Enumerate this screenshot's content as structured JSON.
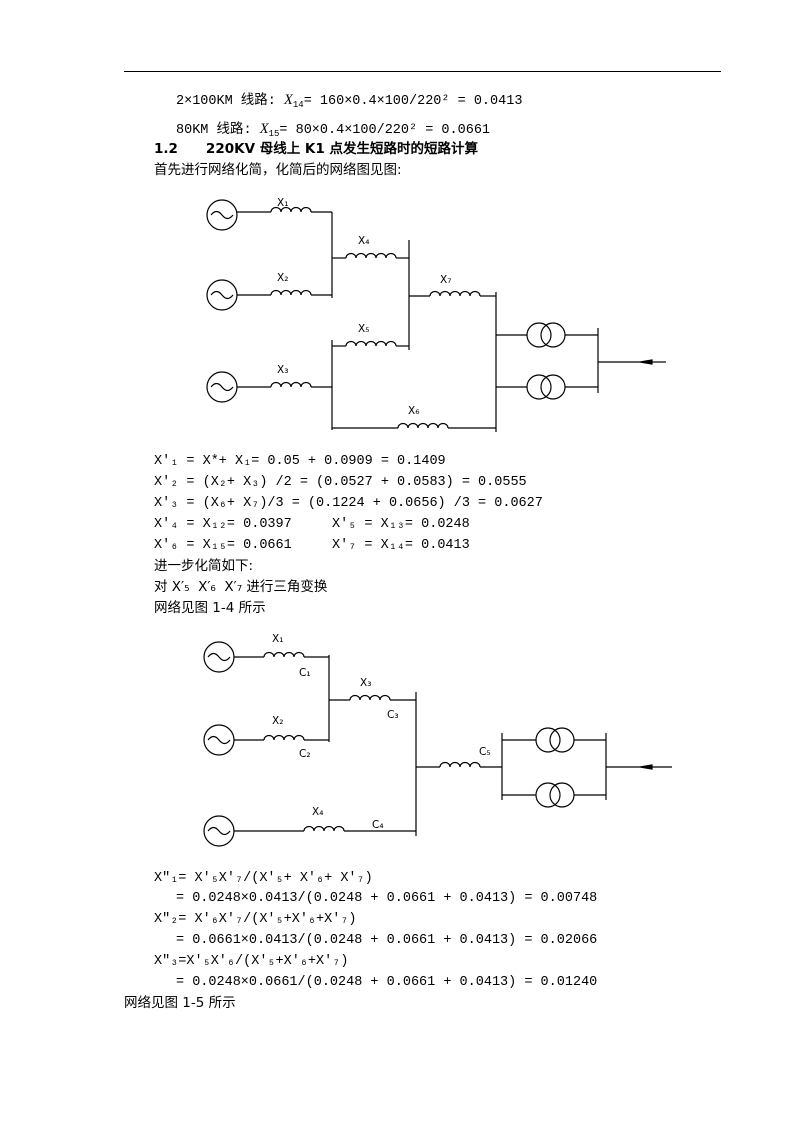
{
  "lines": {
    "l1": "2×100KM 线路: ",
    "l1_var": "X",
    "l1_sub": "14",
    "l1_expr": "= 160×0.4×100/220² = 0.0413",
    "l2": "80KM 线路: ",
    "l2_var": "X",
    "l2_sub": "15",
    "l2_expr": "= 80×0.4×100/220² = 0.0661",
    "sec_num": "1.2",
    "sec_title": "220KV 母线上 K1 点发生短路时的短路计算",
    "intro1": "首先进行网络化简，化简后的网络图见图:",
    "next1": "进一步化简如下:",
    "next2": "对 X′₅  X′₆  X′₇ 进行三角变换",
    "next3": "网络见图 1-4 所示",
    "last": "网络见图 1-5 所示"
  },
  "eq1": {
    "r1": "X′₁ = X*+ X₁= 0.05 + 0.0909 = 0.1409",
    "r2": "X′₂ = (X₂+ X₃) /2 = (0.0527 + 0.0583) = 0.0555",
    "r3": "X′₃ = (X₆+ X₇)/3 = (0.1224 + 0.0656) /3 = 0.0627",
    "r4a": "X′₄ = X₁₂= 0.0397",
    "r4b": "X′₅ = X₁₃= 0.0248",
    "r5a": "X′₆ = X₁₅= 0.0661",
    "r5b": "X′₇ = X₁₄= 0.0413"
  },
  "eq2": {
    "a1": "X″₁= X′₅X′₇/(X′₅+ X′₆+ X′₇)",
    "a2": "= 0.0248×0.0413/(0.0248 + 0.0661 + 0.0413) = 0.00748",
    "b1": "X″₂= X′₆X′₇/(X′₅+X′₆+X′₇)",
    "b2": "= 0.0661×0.0413/(0.0248 + 0.0661 + 0.0413) = 0.02066",
    "c1": "X″₃=X′₅X′₆/(X′₅+X′₆+X′₇)",
    "c2": "= 0.0248×0.0661/(0.0248 + 0.0661 + 0.0413) = 0.01240"
  },
  "fig1": {
    "x1": "X₁",
    "x2": "X₂",
    "x3": "X₃",
    "x4": "X₄",
    "x5": "X₅",
    "x6": "X₆",
    "x7": "X₇"
  },
  "fig2": {
    "x1": "X₁",
    "x2": "X₂",
    "x3": "X₃",
    "x4": "X₄",
    "c1": "C₁",
    "c2": "C₂",
    "c3": "C₃",
    "c4": "C₄",
    "c5": "C₅"
  }
}
